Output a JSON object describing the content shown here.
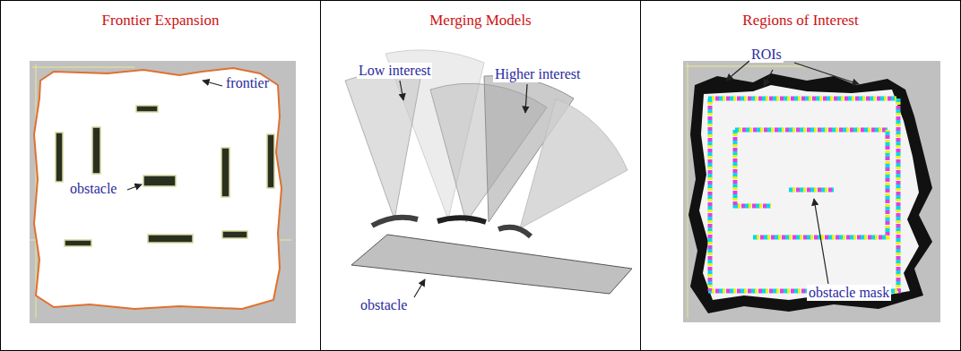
{
  "diagram": {
    "nodes": [
      {
        "text": [
          "Frontier Expansion"
        ]
      },
      {
        "text": [
          "Merging Models"
        ]
      },
      {
        "text": [
          "Regions of Interest"
        ]
      }
    ],
    "labels": [
      "frontier",
      "obstacle",
      "Low interest",
      "Higher interest",
      "obstacle",
      "ROIs",
      "obstacle mask"
    ]
  }
}
